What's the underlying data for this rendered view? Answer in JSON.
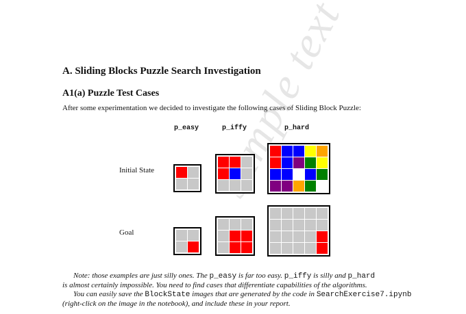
{
  "heading": "A. Sliding Blocks Puzzle Search Investigation",
  "subheading": "A1(a) Puzzle Test Cases",
  "intro": "After some experimentation we decided to investigate the following cases of Sliding Block Puzzle:",
  "columns": [
    "p_easy",
    "p_iffy",
    "p_hard"
  ],
  "rows": [
    "Initial State",
    "Goal"
  ],
  "watermark": "sample text",
  "colors": {
    "gray": "#c8c8c8",
    "red": "#ff0000",
    "blue": "#0000ff",
    "green": "#008000",
    "yellow": "#ffff00",
    "orange": "#ffa500",
    "purple": "#800080",
    "white": "#ffffff"
  },
  "puzzles": {
    "easy_initial": [
      [
        "R",
        "G"
      ],
      [
        "G",
        "G"
      ]
    ],
    "easy_goal": [
      [
        "G",
        "G"
      ],
      [
        "G",
        "R"
      ]
    ],
    "iffy_initial": [
      [
        "R",
        "R",
        "G"
      ],
      [
        "R",
        "B",
        "G"
      ],
      [
        "G",
        "G",
        "G"
      ]
    ],
    "iffy_goal": [
      [
        "G",
        "G",
        "G"
      ],
      [
        "G",
        "R",
        "R"
      ],
      [
        "G",
        "R",
        "R"
      ]
    ],
    "hard_initial": [
      [
        "R",
        "B",
        "B",
        "Y",
        "O"
      ],
      [
        "R",
        "B",
        "P",
        "N",
        "Y"
      ],
      [
        "B",
        "B",
        "W",
        "B",
        "N"
      ],
      [
        "P",
        "P",
        "O",
        "N",
        "W"
      ]
    ],
    "hard_goal": [
      [
        "G",
        "G",
        "G",
        "G",
        "G"
      ],
      [
        "G",
        "G",
        "G",
        "G",
        "G"
      ],
      [
        "G",
        "G",
        "G",
        "G",
        "R"
      ],
      [
        "G",
        "G",
        "G",
        "G",
        "R"
      ]
    ]
  },
  "note": {
    "l1_a": "Note: those examples are just silly ones. The ",
    "l1_code1": "p_easy",
    "l1_b": " is far too easy. ",
    "l1_code2": "p_iffy",
    "l1_c": " is silly and ",
    "l1_code3": "p_hard",
    "l2": "is almost certainly impossible. You need to find cases that differentiate capabilities of the algorithms.",
    "l3_a": "You can easily save the ",
    "l3_code1": "BlockState",
    "l3_b": " images that are generated by the code in ",
    "l3_code2": "SearchExercise7.ipynb",
    "l4": "(right-click on the image in the notebook), and include these in your report."
  }
}
